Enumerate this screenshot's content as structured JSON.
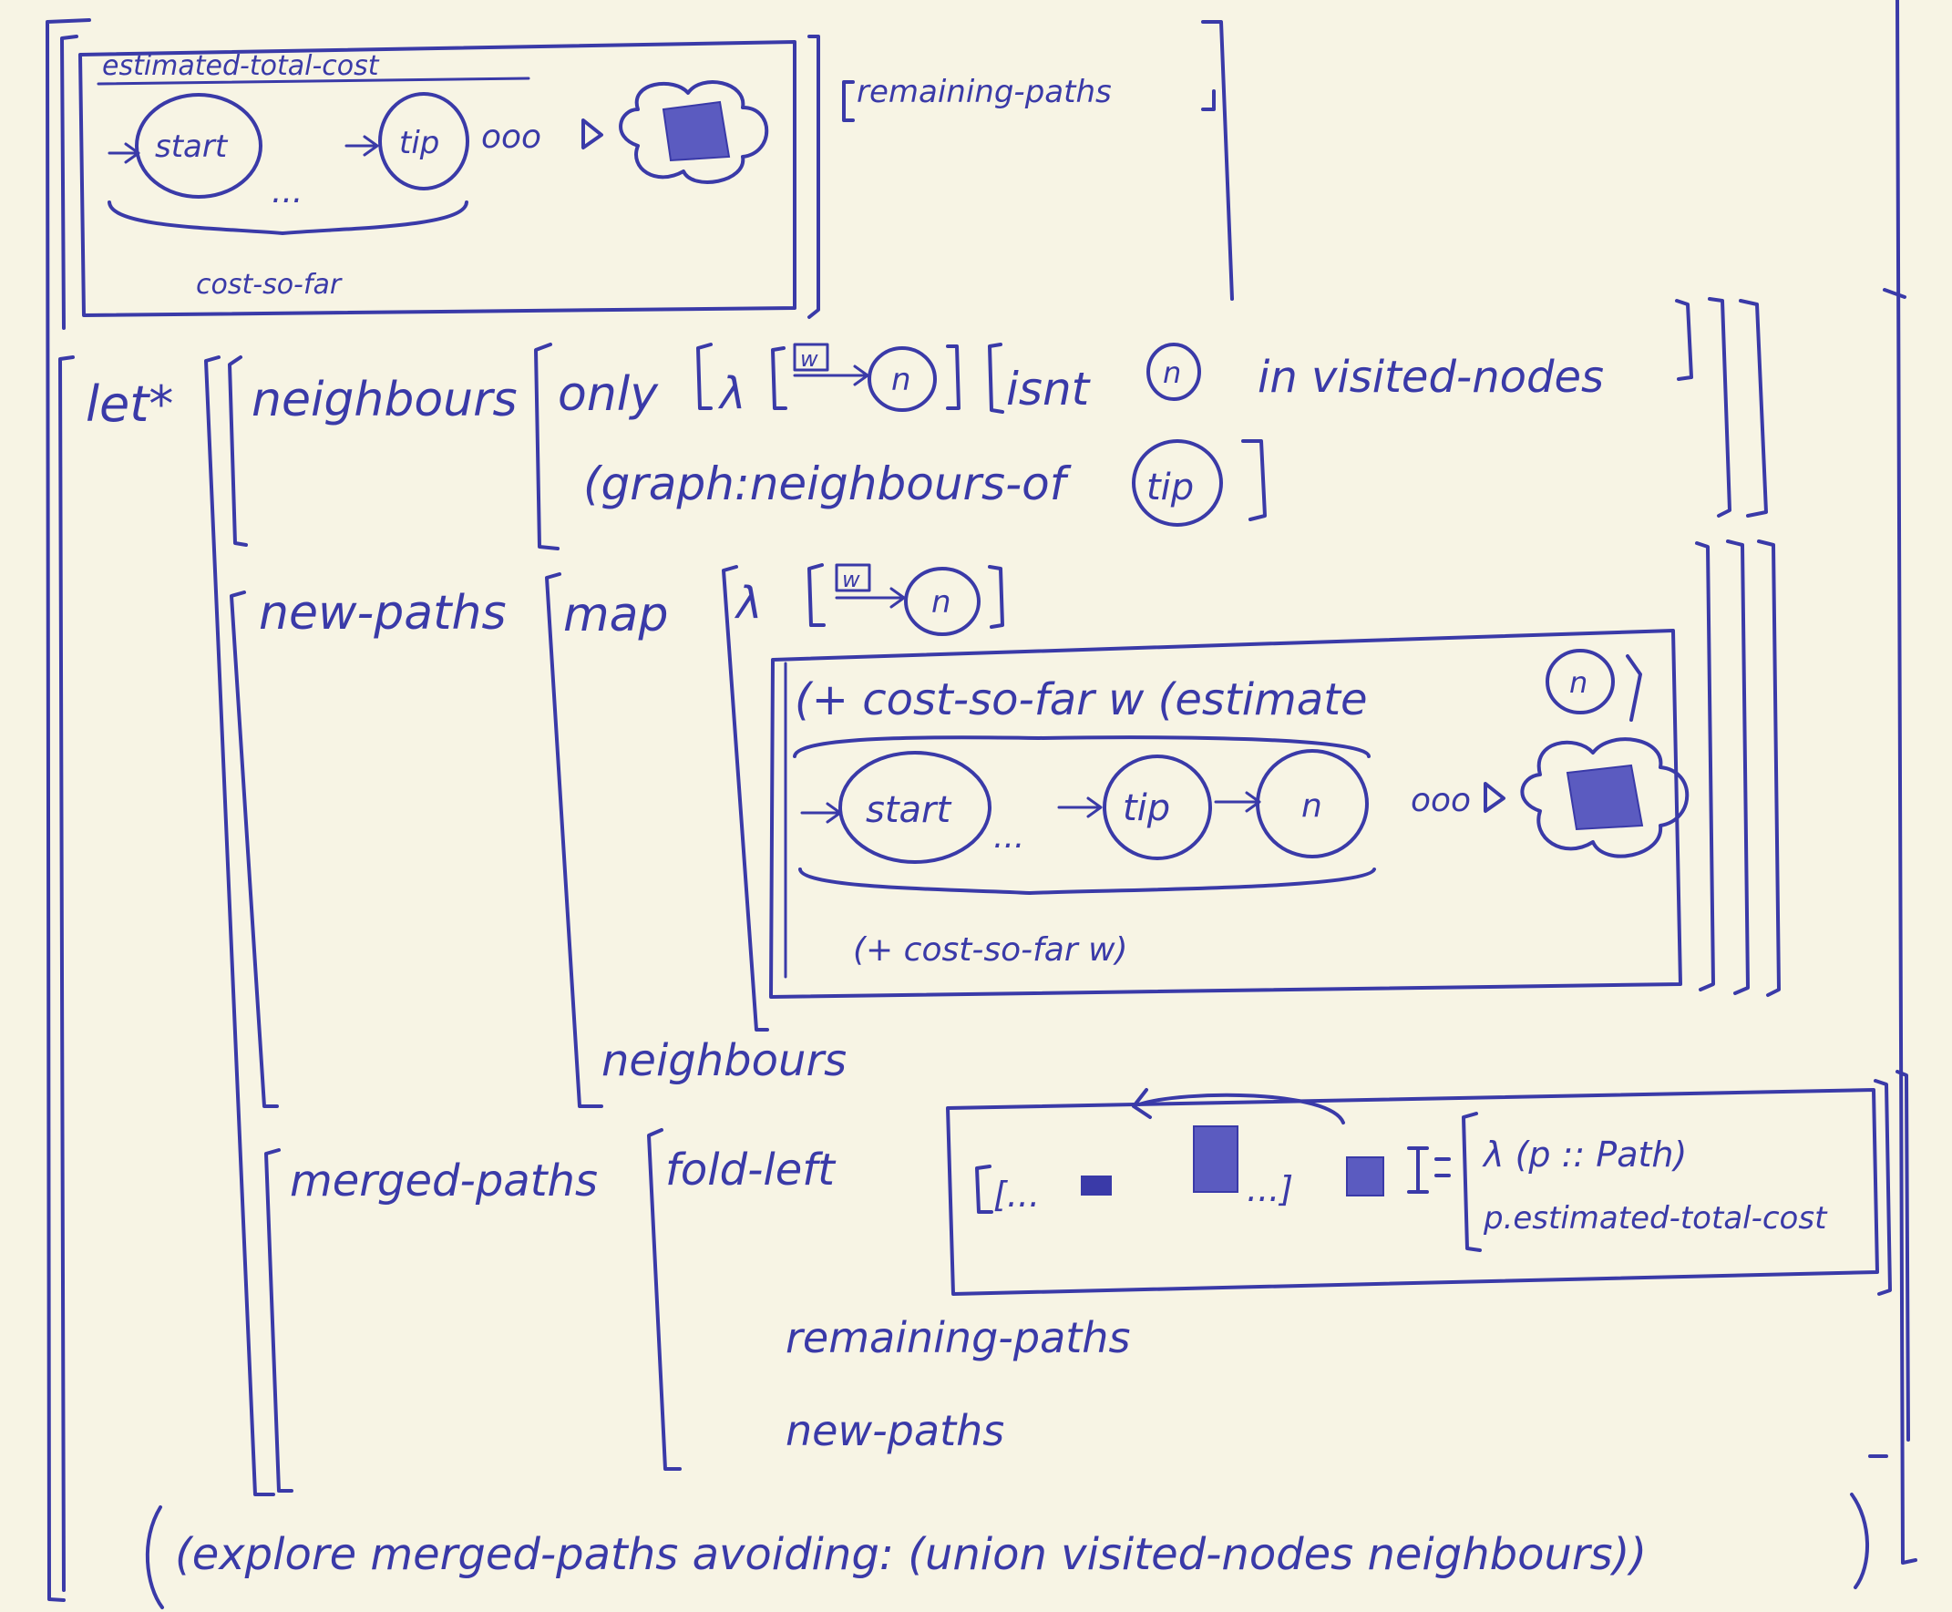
{
  "header": {
    "estimated_total_cost": "estimated-total-cost",
    "start": "start",
    "tip": "tip",
    "ellipsis": "...",
    "dots": "ooo",
    "cost_so_far": "cost-so-far",
    "remaining_paths": "remaining-paths"
  },
  "let_block": {
    "keyword": "let*",
    "neighbours": {
      "name": "neighbours",
      "only": "only",
      "lambda": "λ",
      "w": "w",
      "n": "n",
      "isnt": "isnt",
      "in_visited": "in visited-nodes",
      "graph_call": "(graph:neighbours-of",
      "tip": "tip"
    },
    "new_paths": {
      "name": "new-paths",
      "map": "map",
      "lambda": "λ",
      "w": "w",
      "n": "n",
      "plus_expr": "(+ cost-so-far w (estimate",
      "n2": "n",
      "start": "start",
      "tip": "tip",
      "n3": "n",
      "ellipsis": "...",
      "dots": "ooo",
      "plus_cost": "(+ cost-so-far w)",
      "neighbours_arg": "neighbours"
    },
    "merged_paths": {
      "name": "merged-paths",
      "fold_left": "fold-left",
      "dots_left": "[...",
      "dots_right": "...]",
      "lambda_p": "λ (p :: Path)",
      "p_est": "p.estimated-total-cost",
      "remaining_paths": "remaining-paths",
      "new_paths": "new-paths"
    }
  },
  "explore": "(explore merged-paths avoiding: (union visited-nodes neighbours))"
}
